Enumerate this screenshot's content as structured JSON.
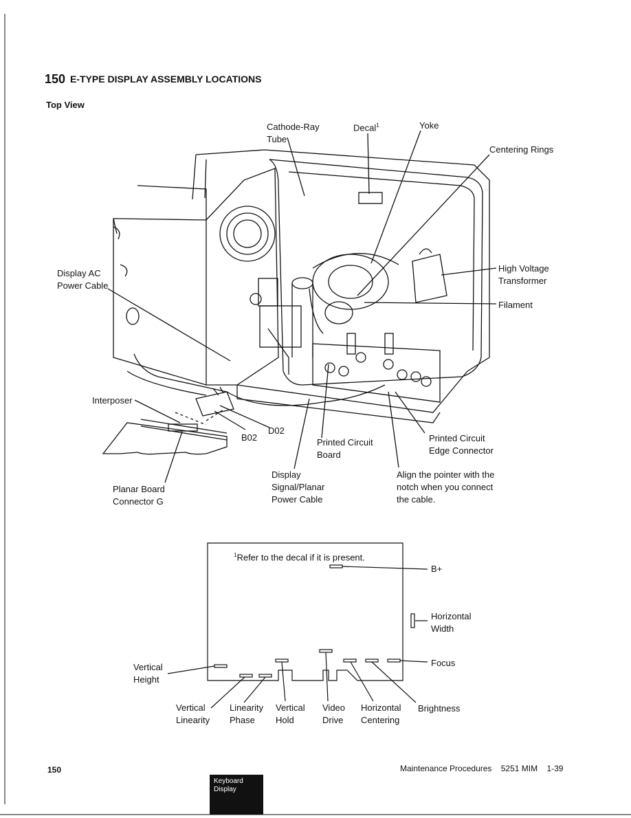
{
  "header": {
    "section_number": "150",
    "section_title": "E-TYPE DISPLAY ASSEMBLY LOCATIONS",
    "view_title": "Top View"
  },
  "callouts": {
    "crt": "Cathode-Ray\nTube",
    "decal": "Decal",
    "decal_sup": "1",
    "yoke": "Yoke",
    "centering_rings": "Centering Rings",
    "display_ac": "Display AC\nPower Cable",
    "hv_transformer": "High Voltage\nTransformer",
    "filament": "Filament",
    "interposer": "Interposer",
    "d02": "D02",
    "b02": "B02",
    "pcb": "Printed Circuit\nBoard",
    "pc_edge": "Printed Circuit\nEdge Connector",
    "planar_conn": "Planar Board\nConnector G",
    "display_signal": "Display\nSignal/Planar\nPower Cable",
    "align_note": "Align the pointer with the\nnotch when you connect\nthe cable."
  },
  "inset": {
    "footnote_sup": "1",
    "footnote": "Refer to the decal if it is present.",
    "b_plus": "B+",
    "horizontal_width": "Horizontal\nWidth",
    "focus": "Focus",
    "vertical_height": "Vertical\nHeight",
    "vertical_linearity": "Vertical\nLinearity",
    "linearity_phase": "Linearity\nPhase",
    "vertical_hold": "Vertical\nHold",
    "video_drive": "Video\nDrive",
    "horizontal_centering": "Horizontal\nCentering",
    "brightness": "Brightness"
  },
  "footer": {
    "page_left": "150",
    "page_right": "Maintenance Procedures    5251 MIM    1-39",
    "tab": "Keyboard\nDisplay"
  }
}
